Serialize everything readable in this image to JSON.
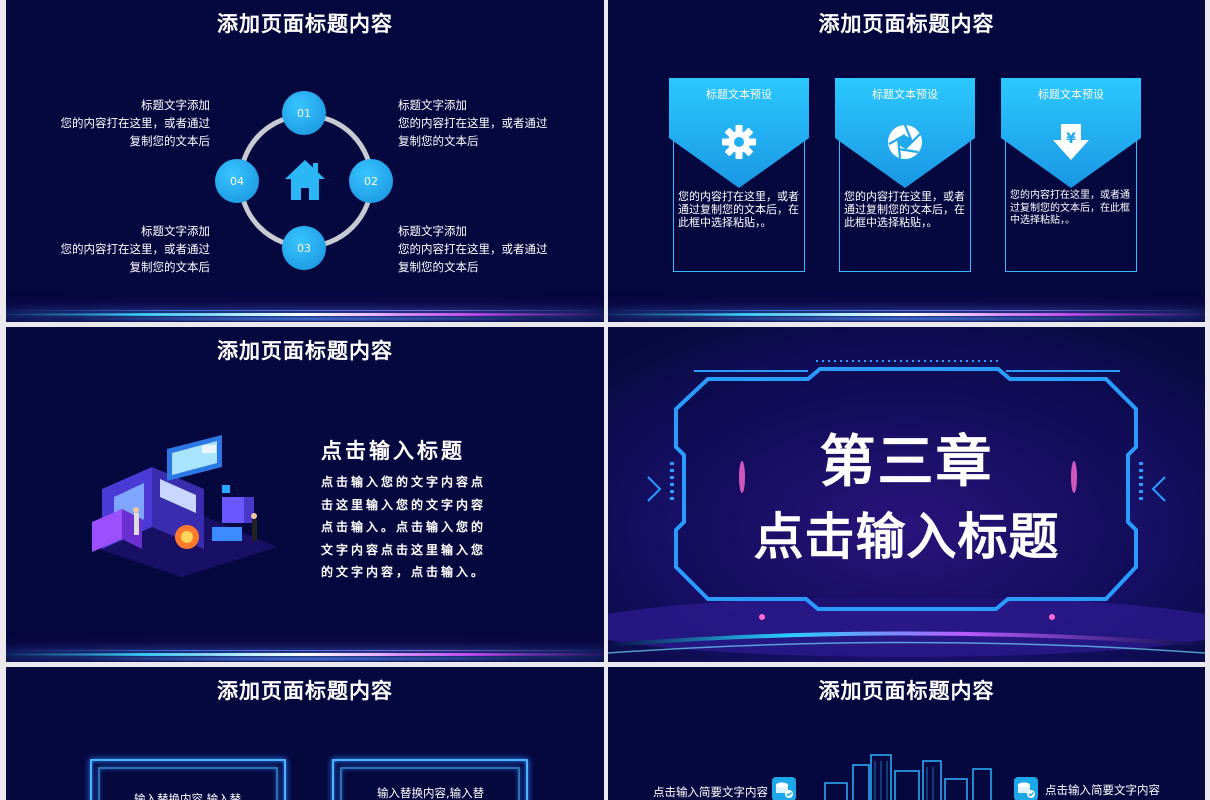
{
  "slides": {
    "s1": {
      "title": "添加页面标题内容",
      "nodes": [
        "01",
        "02",
        "03",
        "04"
      ],
      "blocks": {
        "tl": {
          "head": "标题文字添加",
          "l1": "您的内容打在这里，或者通过",
          "l2": "复制您的文本后"
        },
        "tr": {
          "head": "标题文字添加",
          "l1": "您的内容打在这里，或者通过",
          "l2": "复制您的文本后"
        },
        "bl": {
          "head": "标题文字添加",
          "l1": "您的内容打在这里，或者通过",
          "l2": "复制您的文本后"
        },
        "br": {
          "head": "标题文字添加",
          "l1": "您的内容打在这里，或者通过",
          "l2": "复制您的文本后"
        }
      },
      "center_icon": "home-icon"
    },
    "s2": {
      "title": "添加页面标题内容",
      "cards": [
        {
          "label": "标题文本预设",
          "icon": "gear-icon",
          "l1": "您的内容打在这里，或者",
          "l2": "通过复制您的文本后，在",
          "l3": "此框中选择粘贴，。"
        },
        {
          "label": "标题文本预设",
          "icon": "aperture-icon",
          "l1": "您的内容打在这里，或者",
          "l2": "通过复制您的文本后，在",
          "l3": "此框中选择粘贴，。"
        },
        {
          "label": "标题文本预设",
          "icon": "yen-download-icon",
          "l1": "您的内容打在这里，或者通",
          "l2": "过复制您的文本后，在此框",
          "l3": "中选择粘贴，。"
        }
      ],
      "colors": {
        "card_top": "#2bc8ff",
        "card_bottom": "#1a97e4"
      }
    },
    "s3": {
      "title": "添加页面标题内容",
      "heading": "点击输入标题",
      "lines": [
        "点击输入您的文字内容点",
        "击这里输入您的文字内容",
        "点击输入。点击输入您的",
        "文字内容点击这里输入您",
        "的文字内容，点击输入。"
      ]
    },
    "s4": {
      "chapter": "第三章",
      "subtitle": "点击输入标题"
    },
    "s5": {
      "title": "添加页面标题内容",
      "frames": [
        "输入替换内容,输入替",
        "输入替换内容,输入替"
      ]
    },
    "s6": {
      "title": "添加页面标题内容",
      "left_text": "点击输入简要文字内容",
      "right_text": "点击输入简要文字内容"
    }
  }
}
